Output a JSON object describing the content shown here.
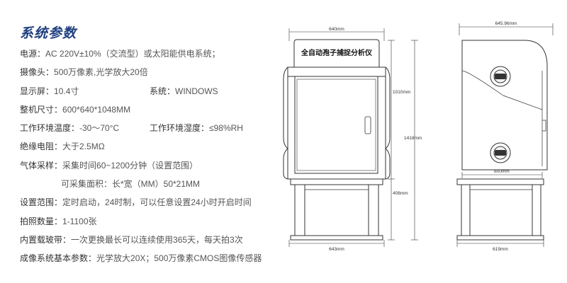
{
  "title": "系统参数",
  "specs": {
    "power": {
      "label": "电源：",
      "value": "AC 220V±10%（交流型）或太阳能供电系统；"
    },
    "camera": {
      "label": "摄像头：",
      "value": "500万像素,光学放大20倍"
    },
    "screen": {
      "label": "显示屏：",
      "value": "10.4寸"
    },
    "system": {
      "label": "系统：",
      "value": "WINDOWS"
    },
    "size": {
      "label": "整机尺寸：",
      "value": "600*640*1048MM"
    },
    "temp": {
      "label": "工作环境温度：",
      "value": "-30〜70°C"
    },
    "humidity": {
      "label": "工作环境湿度：",
      "value": "≤98%RH"
    },
    "insulation": {
      "label": "绝缘电阻：",
      "value": "大于2.5MΩ"
    },
    "gas_sampling": {
      "label": "气体采样：",
      "value": "采集时间60~1200分钟（设置范围）"
    },
    "sampling_area": {
      "value": "可采集面积：长*宽（MM）50*21MM"
    },
    "setting_range": {
      "label": "设置范围：",
      "value": "定时启动，24时制，可以任意设置24小时开启时间"
    },
    "photo_count": {
      "label": "拍照数量：",
      "value": "1-1100张"
    },
    "slide": {
      "label": "内置载玻带：",
      "value": "一次更换最长可以连续使用365天，每天拍3次"
    },
    "imaging": {
      "label": "成像系统基本参数：",
      "value": "光学放大20X；500万像素CMOS图像传感器"
    }
  },
  "front_view": {
    "panel_title": "全自动孢子捕捉分析仪",
    "dim_top_width": "640mm",
    "dim_cabinet_height": "1010mm",
    "dim_total_height": "1418mm",
    "dim_leg_height": "408mm",
    "dim_bottom_width": "643mm"
  },
  "side_view": {
    "dim_top_width": "645.96mm",
    "dim_base_width": "600mm",
    "dim_bottom_width": "619mm"
  }
}
